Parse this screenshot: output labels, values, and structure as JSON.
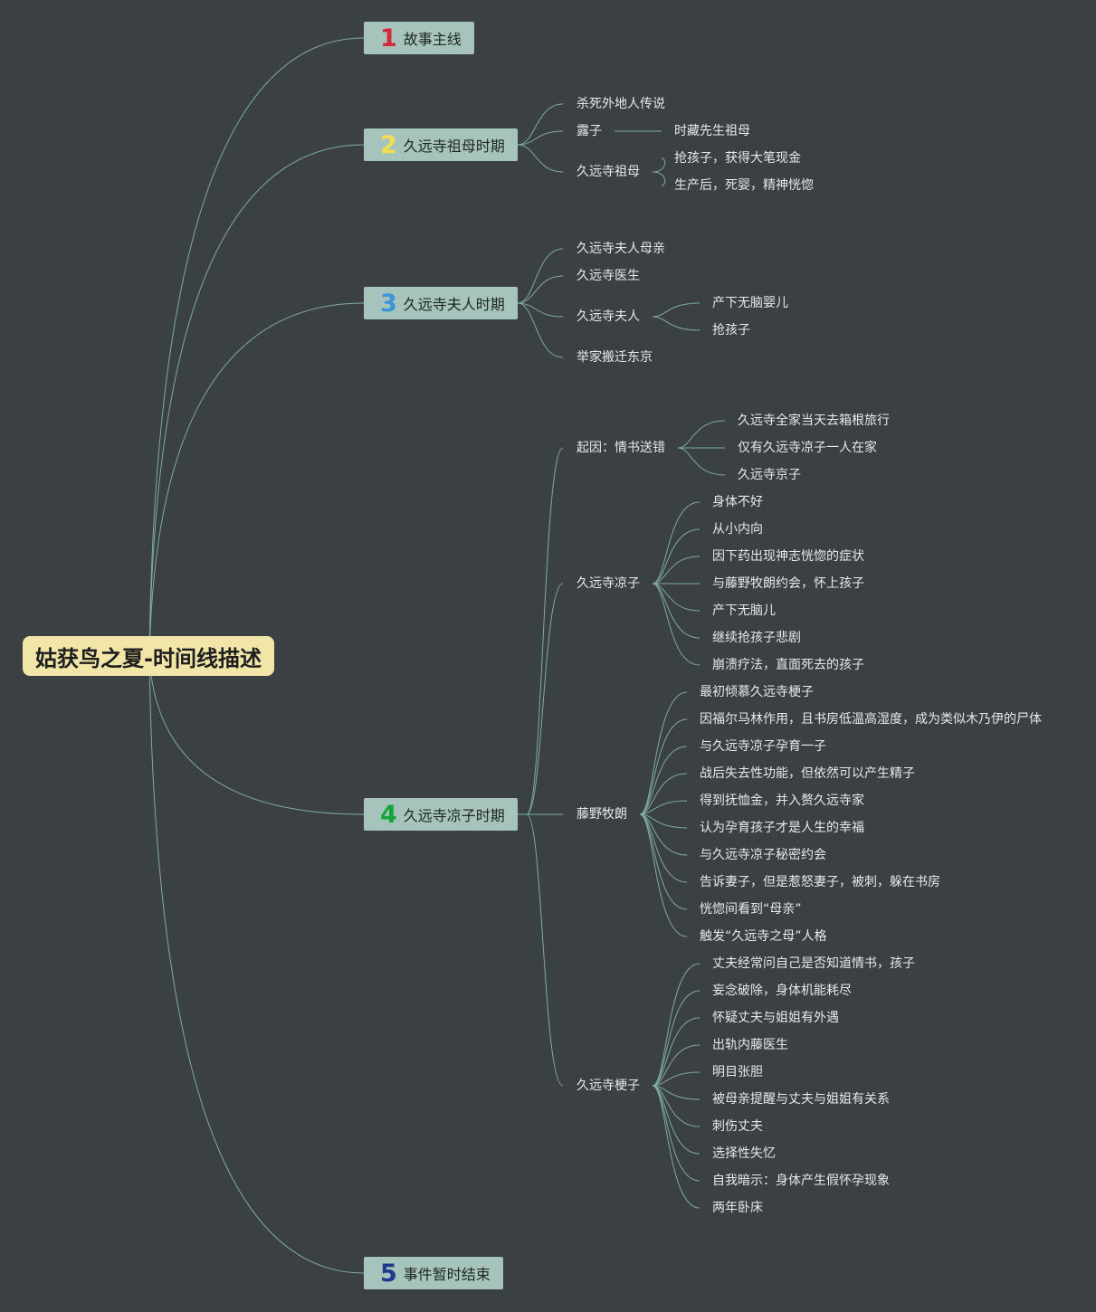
{
  "root": {
    "label": "姑获鸟之夏-时间线描述",
    "color": "#f1e5a8"
  },
  "branch_color": "#a6c4bb",
  "line_color": "#7fab9c",
  "branches": [
    {
      "num": "1",
      "num_color": "#d8263a",
      "label": "故事主线",
      "children": []
    },
    {
      "num": "2",
      "num_color": "#f1df52",
      "label": "久远寺祖母时期",
      "children": [
        {
          "label": "杀死外地人传说"
        },
        {
          "label": "露子",
          "children": [
            {
              "label": "时藏先生祖母"
            }
          ]
        },
        {
          "label": "久远寺祖母",
          "children": [
            {
              "label": "抢孩子，获得大笔现金"
            },
            {
              "label": "生产后，死婴，精神恍惚"
            }
          ]
        }
      ]
    },
    {
      "num": "3",
      "num_color": "#3b95d6",
      "label": "久远寺夫人时期",
      "children": [
        {
          "label": "久远寺夫人母亲"
        },
        {
          "label": "久远寺医生"
        },
        {
          "label": "久远寺夫人",
          "children": [
            {
              "label": "产下无脑婴儿"
            },
            {
              "label": "抢孩子"
            }
          ]
        },
        {
          "label": "举家搬迁东京"
        }
      ]
    },
    {
      "num": "4",
      "num_color": "#16a43c",
      "label": "久远寺凉子时期",
      "children": [
        {
          "label": "起因：情书送错",
          "children": [
            {
              "label": "久远寺全家当天去箱根旅行"
            },
            {
              "label": "仅有久远寺凉子一人在家"
            },
            {
              "label": "久远寺京子"
            }
          ]
        },
        {
          "label": "久远寺凉子",
          "children": [
            {
              "label": "身体不好"
            },
            {
              "label": "从小内向"
            },
            {
              "label": "因下药出现神志恍惚的症状"
            },
            {
              "label": "与藤野牧朗约会，怀上孩子"
            },
            {
              "label": "产下无脑儿"
            },
            {
              "label": "继续抢孩子悲剧"
            },
            {
              "label": "崩溃疗法，直面死去的孩子"
            }
          ]
        },
        {
          "label": "藤野牧朗",
          "children": [
            {
              "label": "最初倾慕久远寺梗子"
            },
            {
              "label": "因福尔马林作用，且书房低温高湿度，成为类似木乃伊的尸体"
            },
            {
              "label": "与久远寺凉子孕育一子"
            },
            {
              "label": "战后失去性功能，但依然可以产生精子"
            },
            {
              "label": "得到抚恤金，并入赘久远寺家"
            },
            {
              "label": "认为孕育孩子才是人生的幸福"
            },
            {
              "label": "与久远寺凉子秘密约会"
            },
            {
              "label": "告诉妻子，但是惹怒妻子，被刺，躲在书房"
            },
            {
              "label": "恍惚间看到“母亲”"
            },
            {
              "label": "触发“久远寺之母”人格"
            }
          ]
        },
        {
          "label": "久远寺梗子",
          "children": [
            {
              "label": "丈夫经常问自己是否知道情书，孩子"
            },
            {
              "label": "妄念破除，身体机能耗尽"
            },
            {
              "label": "怀疑丈夫与姐姐有外遇"
            },
            {
              "label": "出轨内藤医生"
            },
            {
              "label": "明目张胆"
            },
            {
              "label": "被母亲提醒与丈夫与姐姐有关系"
            },
            {
              "label": "刺伤丈夫"
            },
            {
              "label": "选择性失忆"
            },
            {
              "label": "自我暗示：身体产生假怀孕现象"
            },
            {
              "label": "两年卧床"
            }
          ]
        }
      ]
    },
    {
      "num": "5",
      "num_color": "#1c3a8f",
      "label": "事件暂时结束",
      "children": []
    }
  ]
}
